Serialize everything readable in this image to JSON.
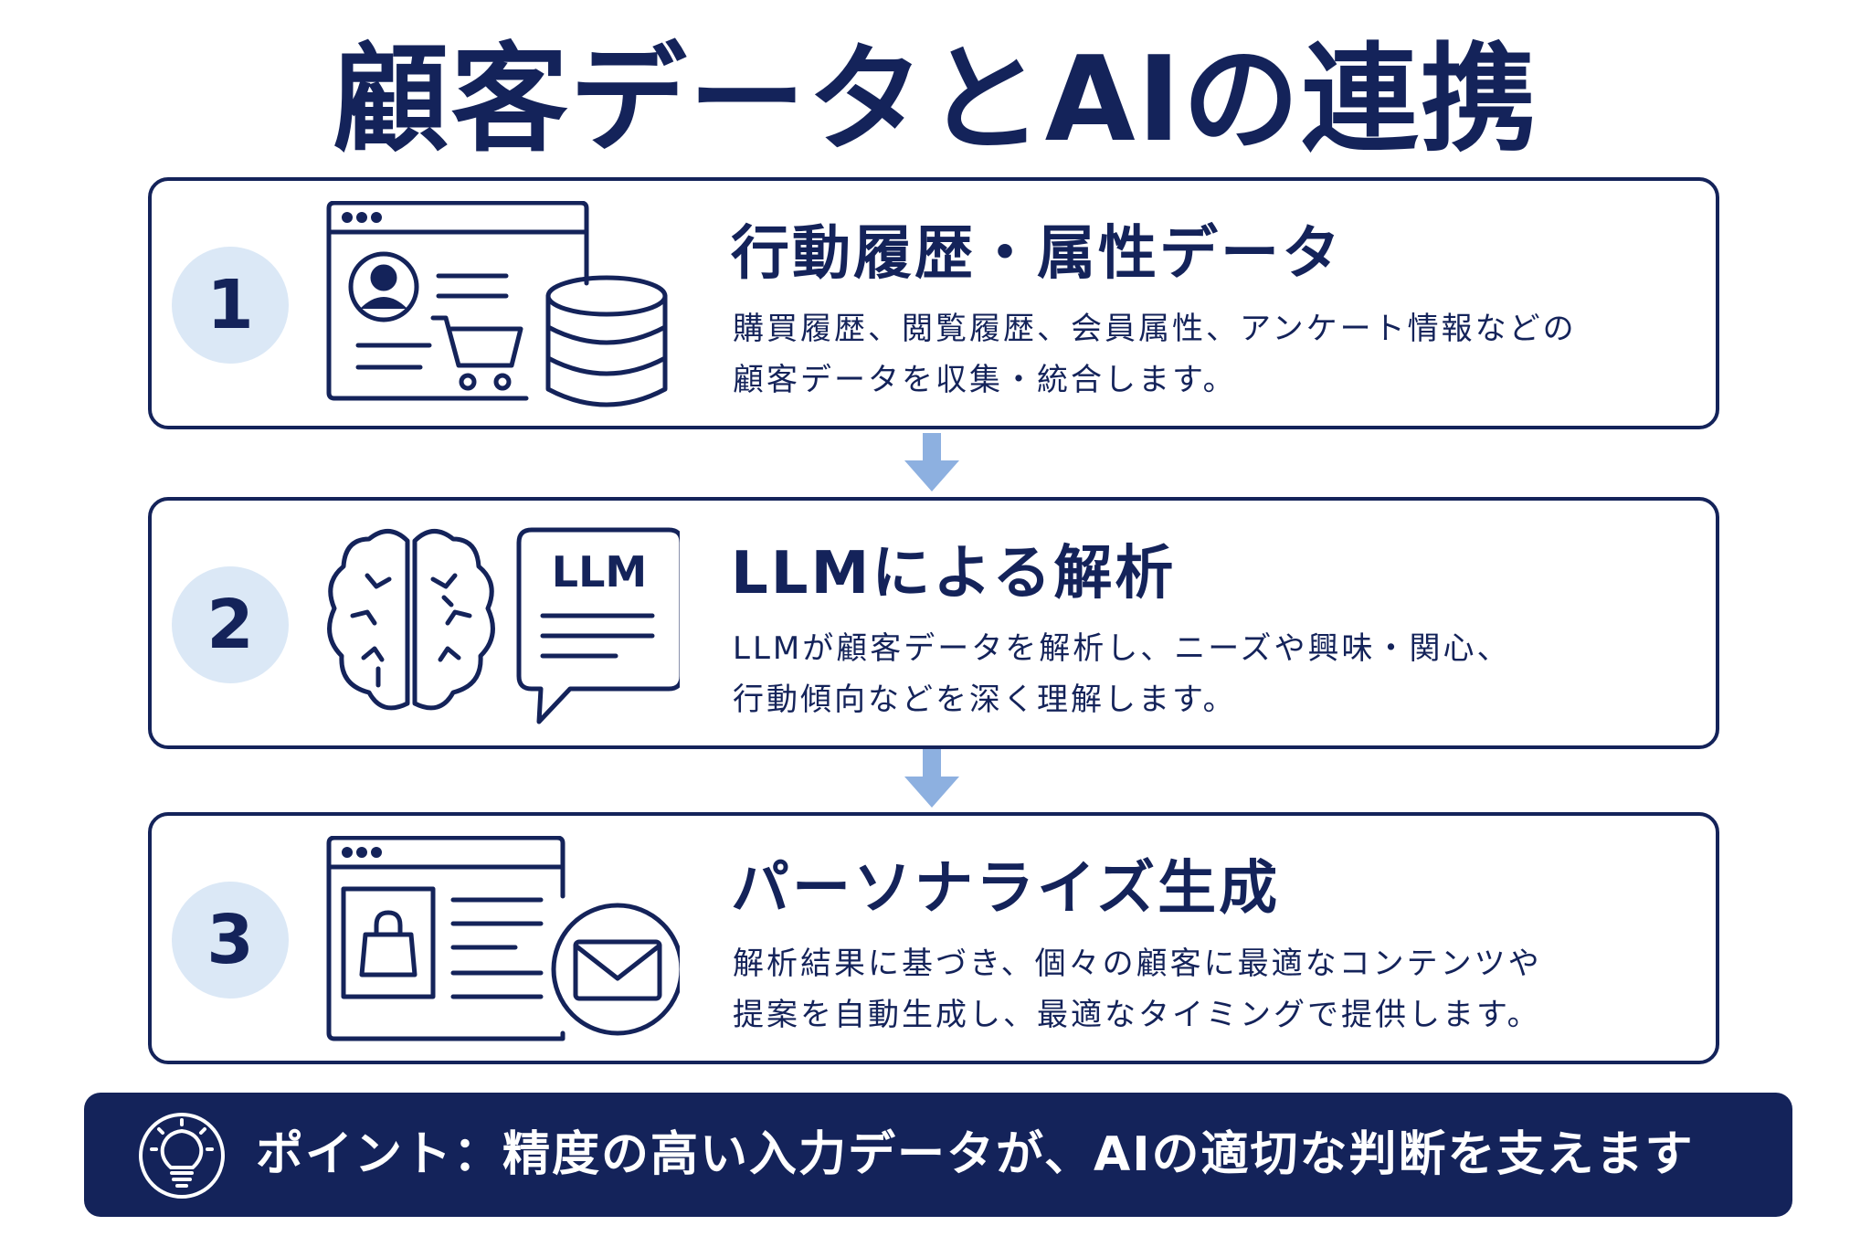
{
  "title": "顧客データとAIの連携",
  "colors": {
    "navy": "#14235a",
    "badge_bg": "#dbe8f6",
    "arrow": "#8db0e0",
    "card_bg": "#ffffff"
  },
  "steps": [
    {
      "number": "1",
      "title": "行動履歴・属性データ",
      "desc_lines": [
        "購買履歴、閲覧履歴、会員属性、アンケート情報などの",
        "顧客データを収集・統合します。"
      ],
      "icons": [
        "browser-window-icon",
        "user-profile-icon",
        "shopping-cart-icon",
        "database-icon"
      ]
    },
    {
      "number": "2",
      "title": "LLMによる解析",
      "desc_lines": [
        "LLMが顧客データを解析し、ニーズや興味・関心、",
        "行動傾向などを深く理解します。"
      ],
      "icon_label": "LLM",
      "icons": [
        "brain-icon",
        "chat-bubble-icon"
      ]
    },
    {
      "number": "3",
      "title": "パーソナライズ生成",
      "desc_lines": [
        "解析結果に基づき、個々の顧客に最適なコンテンツや",
        "提案を自動生成し、最適なタイミングで提供します。"
      ],
      "icons": [
        "browser-window-icon",
        "shopping-bag-icon",
        "mail-envelope-icon"
      ]
    }
  ],
  "point": {
    "text": "ポイント：精度の高い入力データが、AIの適切な判断を支えます",
    "icon": "lightbulb-icon"
  }
}
